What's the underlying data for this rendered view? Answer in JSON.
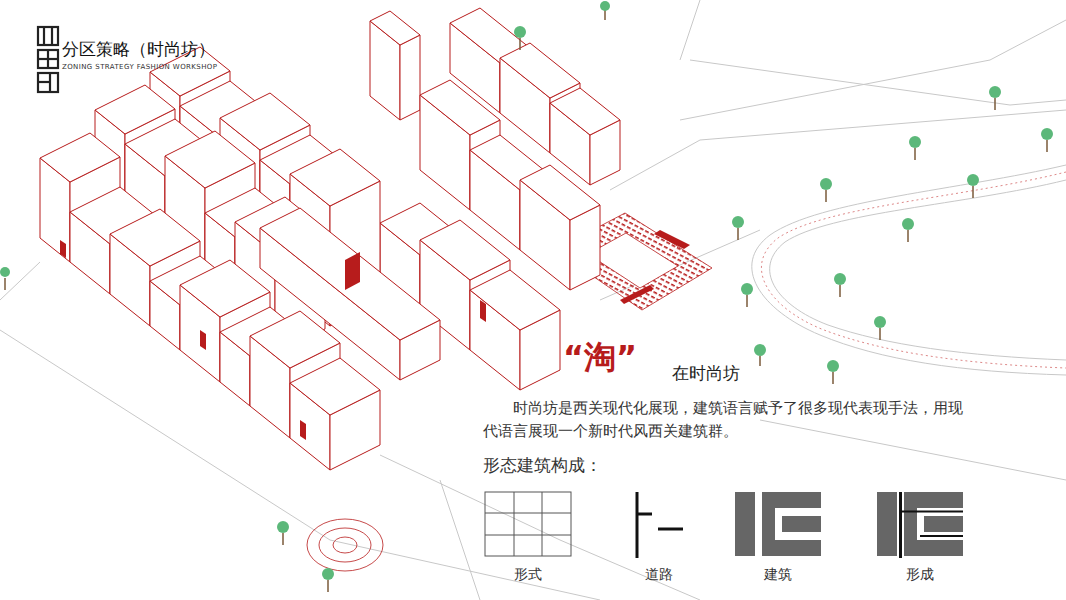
{
  "diagram": {
    "title": "分区策略（时尚坊）",
    "labels": [
      "ZONING STRATEGY FASHION WORKSHOP",
      "“淘”",
      "在时尚坊",
      "时尚坊是西关现代化展现，建筑语言赋予了很多现代表现手法，用现代语言展现一个新时代风西关建筑群。",
      "形态建筑构成：",
      "形式",
      "道路",
      "建筑",
      "形成"
    ]
  }
}
